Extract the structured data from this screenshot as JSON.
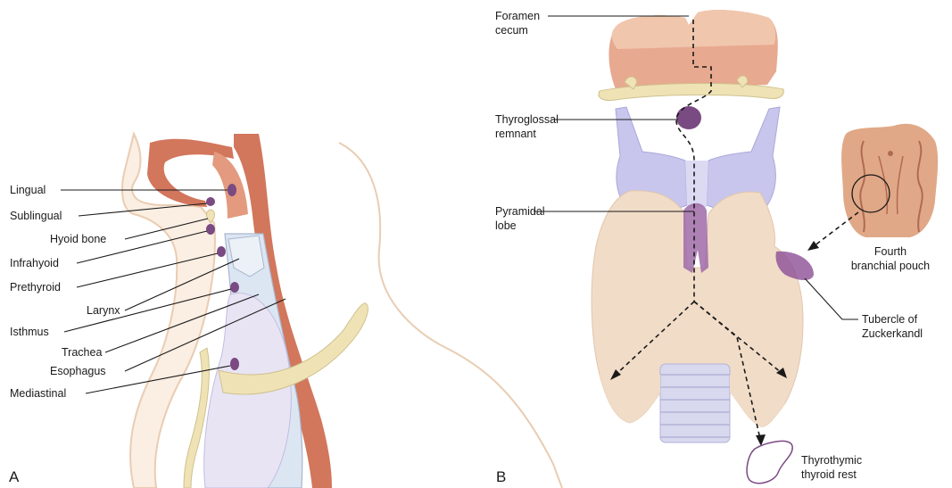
{
  "panel_a": {
    "letter": "A",
    "labels": {
      "lingual": "Lingual",
      "sublingual": "Sublingual",
      "hyoid_bone": "Hyoid bone",
      "infrahyoid": "Infrahyoid",
      "prethyroid": "Prethyroid",
      "larynx": "Larynx",
      "isthmus": "Isthmus",
      "trachea": "Trachea",
      "esophagus": "Esophagus",
      "mediastinal": "Mediastinal"
    }
  },
  "panel_b": {
    "letter": "B",
    "labels": {
      "foramen_cecum": [
        "Foramen",
        "cecum"
      ],
      "thyroglossal_remnant": [
        "Thyroglossal",
        "remnant"
      ],
      "pyramidal_lobe": [
        "Pyramidal",
        "lobe"
      ],
      "fourth_branchial_pouch": [
        "Fourth",
        "branchial pouch"
      ],
      "tubercle_of_zuckerkandl": [
        "Tubercle of",
        "Zuckerkandl"
      ],
      "thyrothymic_thyroid_rest": [
        "Thyrothymic",
        "thyroid rest"
      ]
    }
  },
  "colors": {
    "ectopic_tissue": "#7a4a82",
    "muscle": "#d2765c",
    "thyroid": "#f1dcc8",
    "cartilage": "#c8c6ec",
    "hyoid": "#efe3b6",
    "tongue": "#e39a7e"
  }
}
